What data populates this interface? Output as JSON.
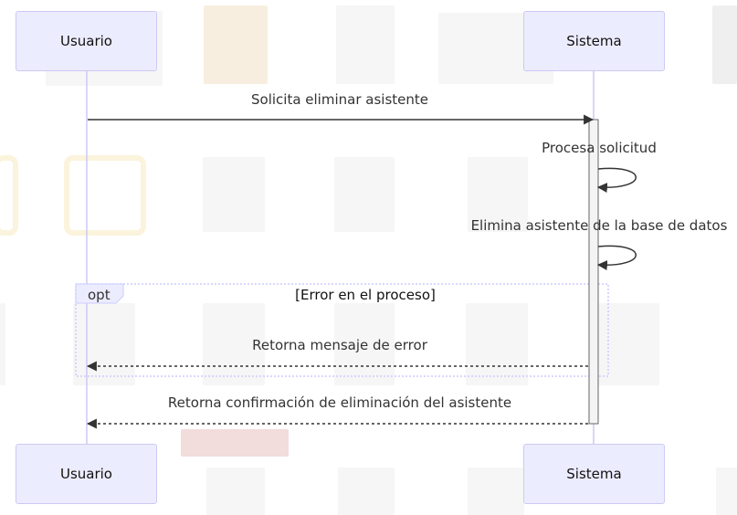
{
  "participants": {
    "user": "Usuario",
    "system": "Sistema"
  },
  "messages": [
    {
      "text": "Solicita eliminar asistente",
      "type": "solid",
      "from": "user",
      "to": "system"
    },
    {
      "text": "Procesa solicitud",
      "type": "self",
      "from": "system",
      "to": "system"
    },
    {
      "text": "Elimina asistente de la base de datos",
      "type": "self",
      "from": "system",
      "to": "system"
    },
    {
      "text": "Retorna mensaje de error",
      "type": "dashed",
      "from": "system",
      "to": "user"
    },
    {
      "text": "Retorna confirmación de eliminación del asistente",
      "type": "dashed",
      "from": "system",
      "to": "user"
    }
  ],
  "fragment": {
    "keyword": "opt",
    "condition": "[Error en el proceso]"
  },
  "colors": {
    "participant_fill": "#ECECFF",
    "participant_border": "#cdc9f4",
    "lifeline": "#cdc9f4",
    "arrow": "#333333",
    "activation_fill": "#f4f4f4",
    "fragment_border": "#ccccff"
  }
}
